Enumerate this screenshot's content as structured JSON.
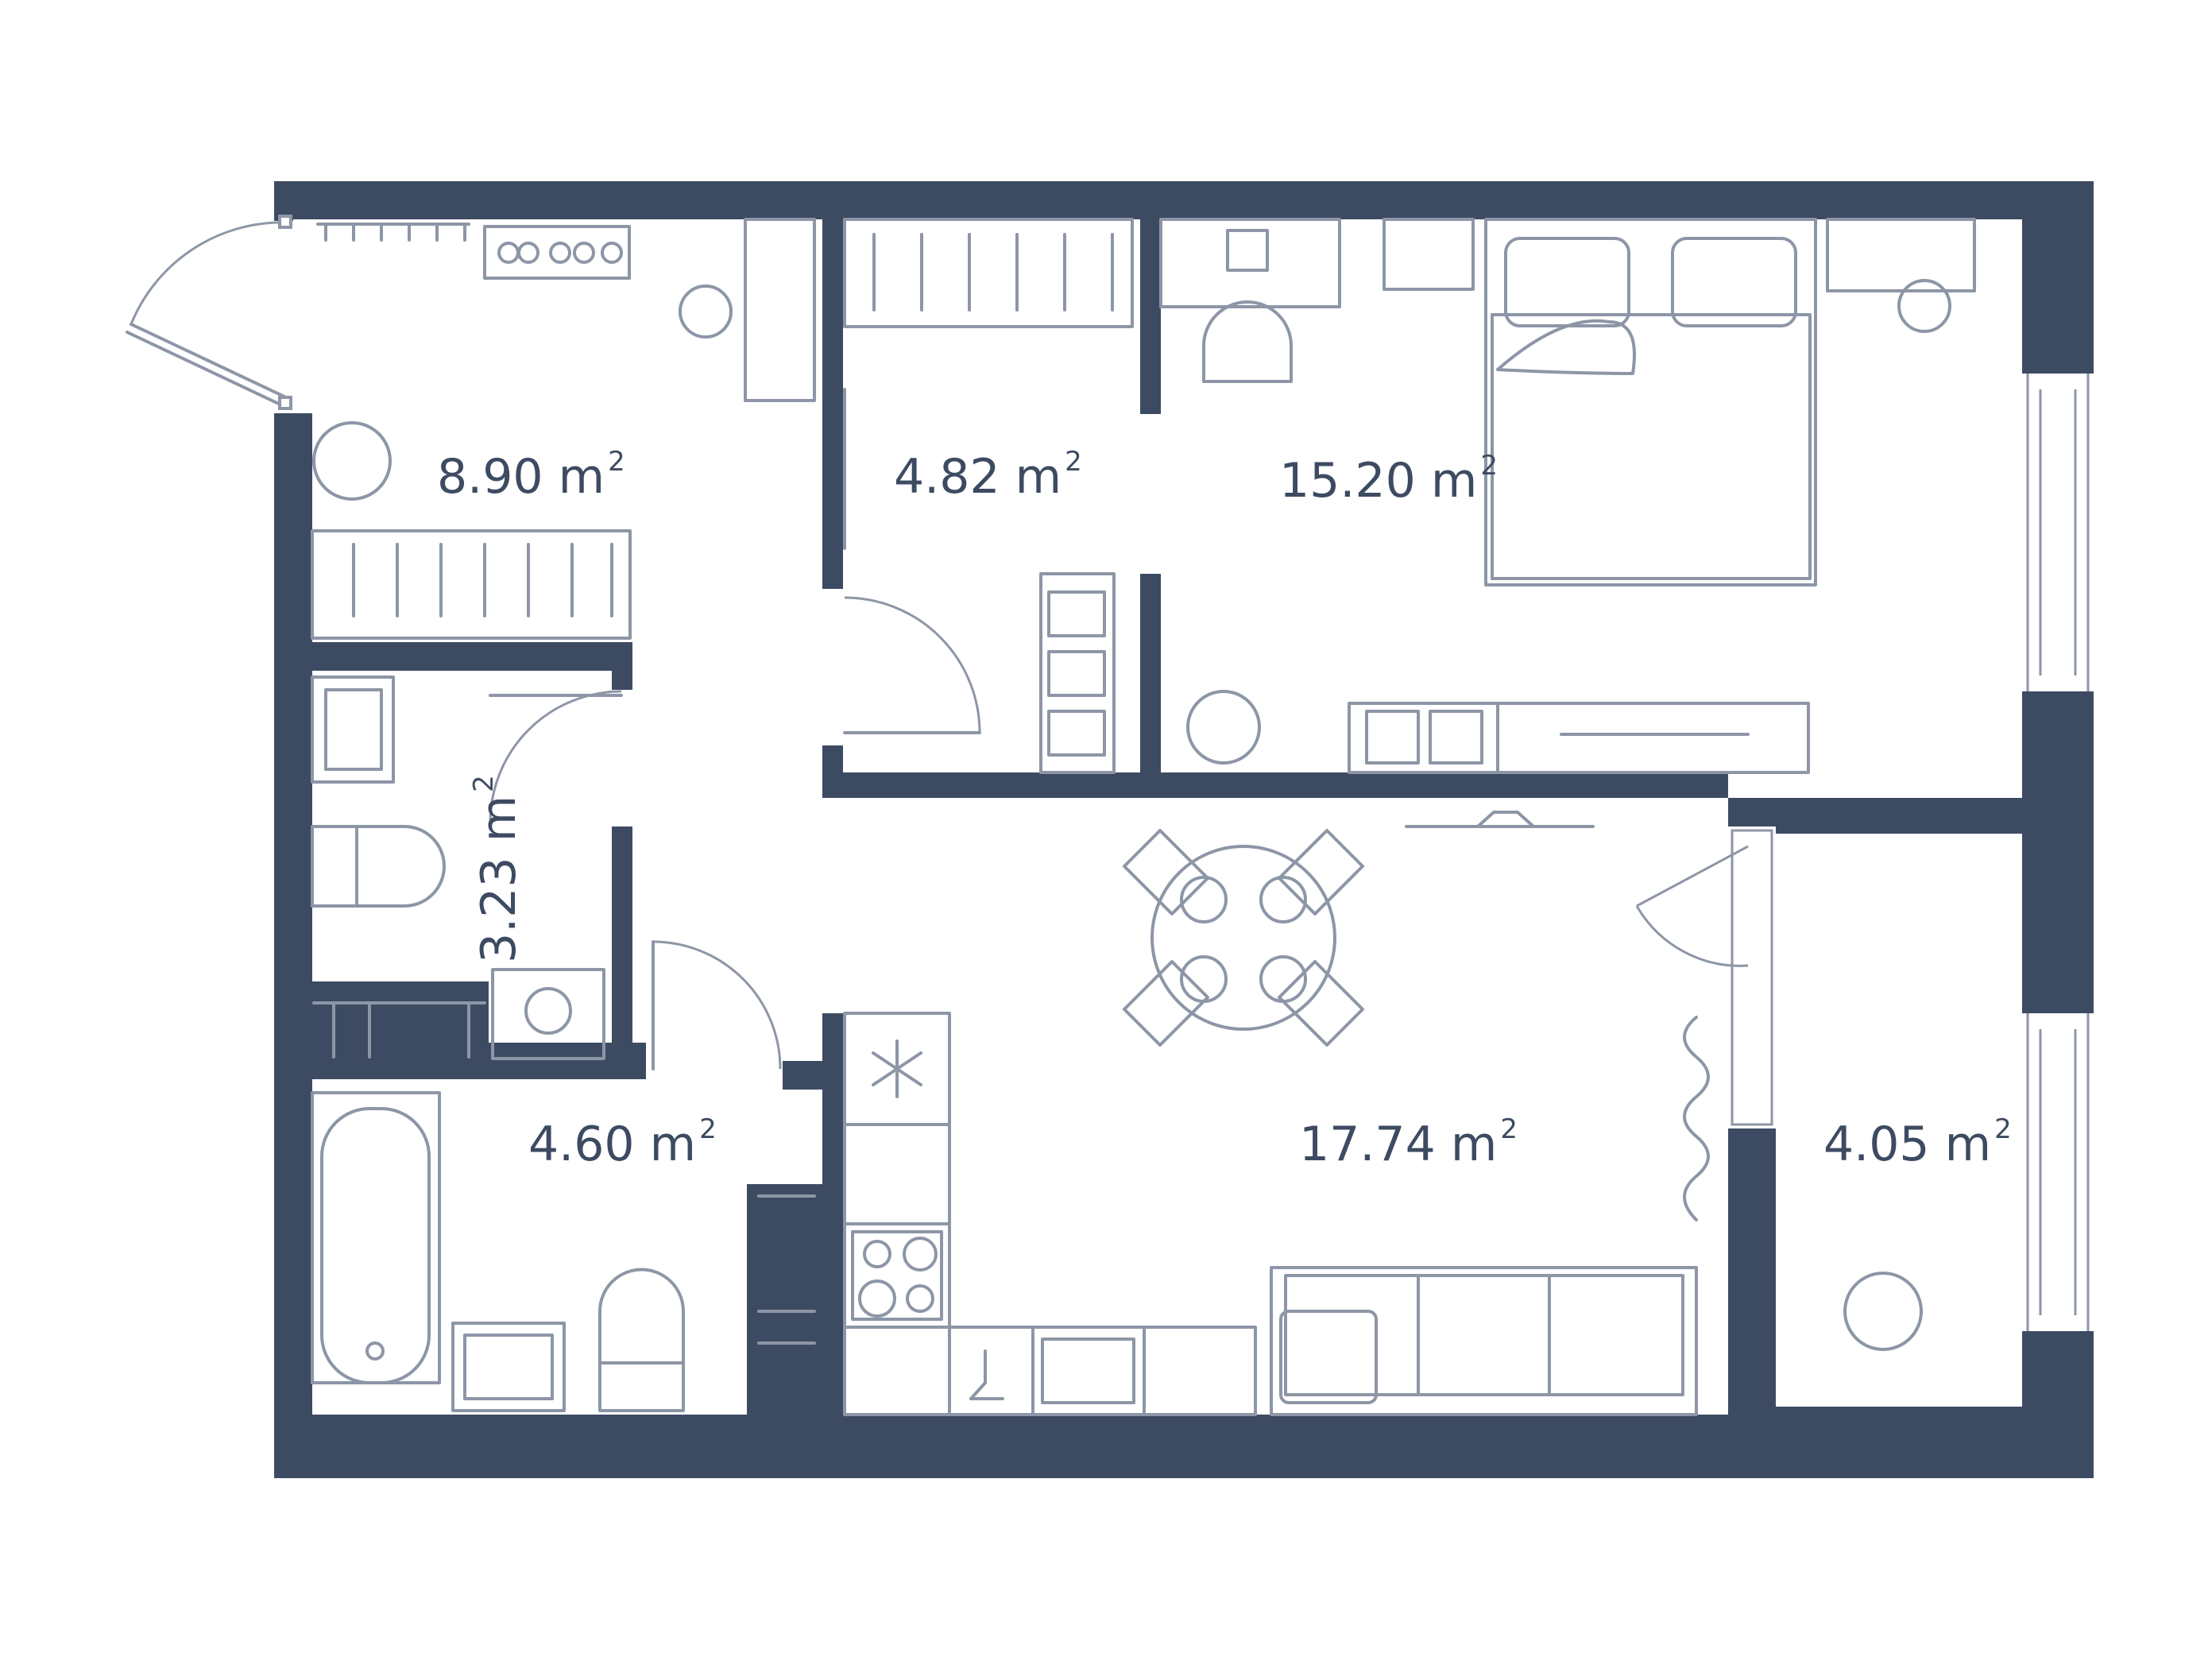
{
  "unit": "m",
  "unit_power": "2",
  "colors": {
    "wall": "#3d4b62",
    "furniture": "#8d96a6",
    "background": "#ffffff"
  },
  "rooms": [
    {
      "id": "hallway",
      "area": "8.90"
    },
    {
      "id": "wardrobe",
      "area": "4.82"
    },
    {
      "id": "bedroom",
      "area": "15.20"
    },
    {
      "id": "wc",
      "area": "3.23"
    },
    {
      "id": "bathroom",
      "area": "4.60"
    },
    {
      "id": "living-kitchen",
      "area": "17.74"
    },
    {
      "id": "balcony",
      "area": "4.05"
    }
  ]
}
